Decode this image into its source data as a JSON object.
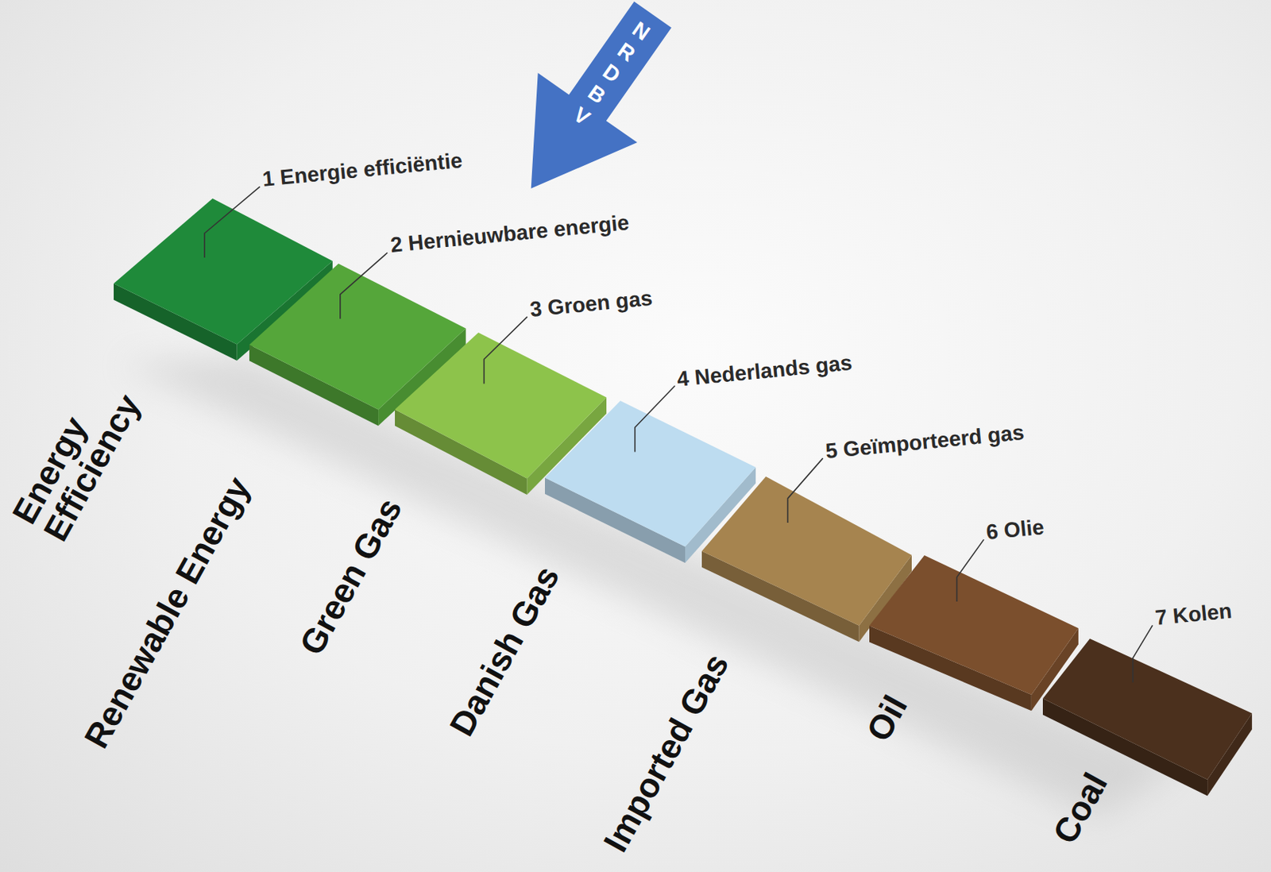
{
  "diagram": {
    "nodes": [
      {
        "text": [
          "1 Energie efficiëntie",
          "Energy Efficiency"
        ]
      },
      {
        "text": [
          "2 Hernieuwbare energie",
          "Renewable Energy"
        ]
      },
      {
        "text": [
          "3 Groen gas",
          "Green Gas"
        ]
      },
      {
        "text": [
          "4 Nederlands gas",
          "Danish Gas"
        ]
      },
      {
        "text": [
          "5 Geïmporteerd gas",
          "Imported Gas"
        ]
      },
      {
        "text": [
          "6 Olie",
          "Oil"
        ]
      },
      {
        "text": [
          "7 Kolen",
          "Coal"
        ]
      },
      {
        "text": [
          "NRDBV"
        ]
      }
    ]
  }
}
